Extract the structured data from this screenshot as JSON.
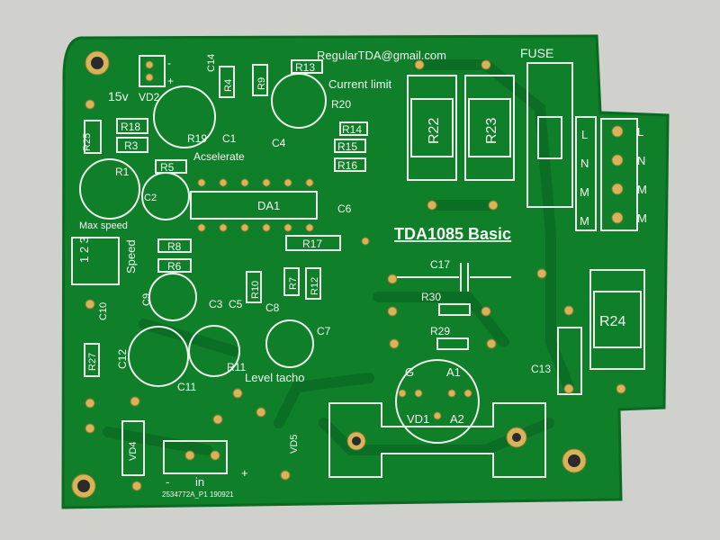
{
  "scene": {
    "background": "#cfcfcc",
    "board": "#0f7f2a",
    "board_dark": "#0b6a22",
    "trace": "#0a7225",
    "silk": "#f4f7f1",
    "pad": "#d7b45a"
  },
  "labels": {
    "email": "RegularTDA@gmail.com",
    "fuse": "FUSE",
    "title": "TDA1085 Basic",
    "current_limit": "Current limit",
    "accelerate": "Acselerate",
    "max_speed": "Max speed",
    "speed": "Speed",
    "speed_nums": "1 2 3",
    "level_tacho": "Level tacho",
    "voltage": "15v",
    "plus": "+",
    "minus": "-",
    "in": "in",
    "board_code": "2534772A_P1  190921",
    "pins": [
      "L",
      "N",
      "M",
      "M"
    ],
    "triac_pins": {
      "g": "G",
      "a1": "A1",
      "a2": "A2"
    },
    "refs": {
      "R25": "R25",
      "R18": "R18",
      "R3": "R3",
      "R19": "R19",
      "R1": "R1",
      "R5": "R5",
      "C2": "C2",
      "DA1": "DA1",
      "R8": "R8",
      "R6": "R6",
      "R17": "R17",
      "C9": "C9",
      "C10": "C10",
      "C12": "C12",
      "R27": "R27",
      "R11": "R11",
      "C11": "C11",
      "VD4": "VD4",
      "VD5": "VD5",
      "C7": "C7",
      "C3": "C3",
      "C5": "C5",
      "C8": "C8",
      "R10": "R10",
      "R7": "R7",
      "R12": "R12",
      "R4": "R4",
      "R9": "R9",
      "R13": "R13",
      "R20": "R20",
      "R14": "R14",
      "R15": "R15",
      "R16": "R16",
      "C1": "C1",
      "C4": "C4",
      "C6": "C6",
      "C14": "C14",
      "VD2": "VD2",
      "R22": "R22",
      "R23": "R23",
      "R24": "R24",
      "C13": "C13",
      "C17": "C17",
      "R30": "R30",
      "R29": "R29",
      "VD1": "VD1"
    }
  }
}
